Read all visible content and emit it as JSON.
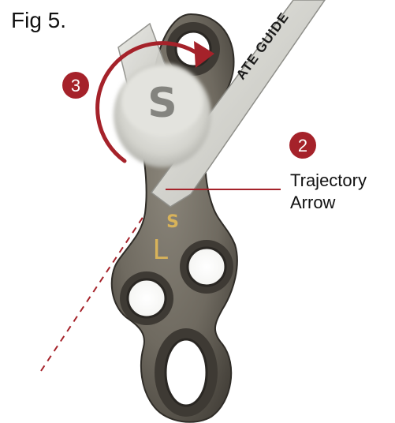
{
  "figure_label": "Fig 5.",
  "guide_text": "ATE GUIDE",
  "callouts": [
    {
      "number": "2",
      "text_lines": [
        "Trajectory",
        "Arrow"
      ]
    },
    {
      "number": "3",
      "text_lines": []
    }
  ],
  "plate_markings": {
    "side_letter": "L",
    "logo_letter": "S",
    "knob_letter": "S"
  },
  "colors": {
    "callout_red": "#a5222a",
    "plate_metal": "#6f6a60",
    "plate_dark": "#3e3a34",
    "guide_metal": "#d9d9d4",
    "gold_marking": "#d8b35a"
  }
}
